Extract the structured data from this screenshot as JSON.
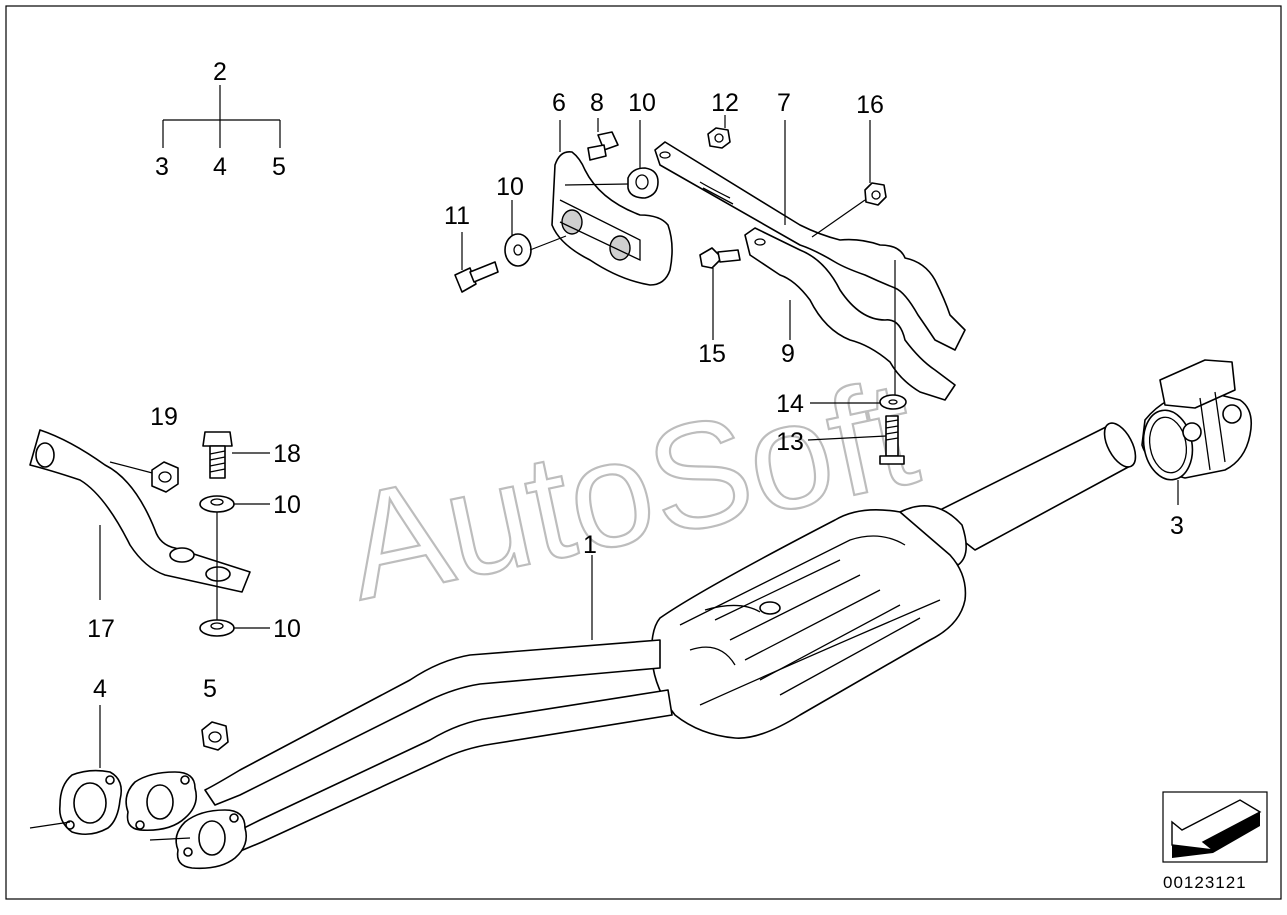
{
  "callouts": {
    "c1": "1",
    "c2": "2",
    "c3a": "3",
    "c4a": "4",
    "c5a": "5",
    "c3b": "3",
    "c4b": "4",
    "c5b": "5",
    "c6": "6",
    "c7": "7",
    "c8": "8",
    "c9": "9",
    "c10a": "10",
    "c10b": "10",
    "c10c": "10",
    "c10d": "10",
    "c11": "11",
    "c12": "12",
    "c13": "13",
    "c14": "14",
    "c15": "15",
    "c16": "16",
    "c17": "17",
    "c18": "18",
    "c19": "19"
  },
  "watermark": "AutoSoft",
  "doc_id": "00123121",
  "icons": {
    "direction": "arrow-direction-icon"
  }
}
